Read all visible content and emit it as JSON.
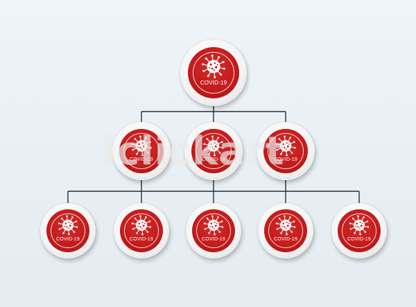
{
  "diagram": {
    "levels": [
      {
        "nodes": [
          {
            "label": "COVID-19"
          }
        ]
      },
      {
        "nodes": [
          {
            "label": "COVID-19"
          },
          {
            "label": "COVID-19"
          },
          {
            "label": "COVID-19"
          }
        ]
      },
      {
        "nodes": [
          {
            "label": "COVID-19"
          },
          {
            "label": "COVID-19"
          },
          {
            "label": "COVID-19"
          },
          {
            "label": "COVID-19"
          },
          {
            "label": "COVID-19"
          }
        ]
      }
    ],
    "node_icon": "virus-icon",
    "colors": {
      "node_red": "#c41c1c",
      "node_rim": "#f3f3f3",
      "connector": "#2b2b2b",
      "background": "#e8eff4"
    }
  },
  "watermark": "iclickart"
}
